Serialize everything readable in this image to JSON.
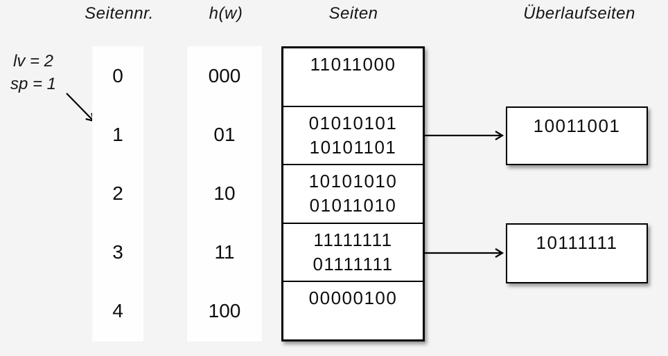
{
  "headers": {
    "page_number": "Seitennr.",
    "hash_function": "h(w)",
    "pages": "Seiten",
    "overflow_pages": "Überlaufseiten"
  },
  "annotation": {
    "lv": "lv = 2",
    "sp": "sp = 1"
  },
  "page_numbers": [
    "0",
    "1",
    "2",
    "3",
    "4"
  ],
  "hash_values": [
    "000",
    "01",
    "10",
    "11",
    "100"
  ],
  "pages": [
    {
      "lines": [
        "11011000"
      ]
    },
    {
      "lines": [
        "01010101",
        "10101101"
      ]
    },
    {
      "lines": [
        "10101010",
        "01011010"
      ]
    },
    {
      "lines": [
        "11111111",
        "01111111"
      ]
    },
    {
      "lines": [
        "00000100"
      ]
    }
  ],
  "overflow_pages": [
    {
      "value": "10011001",
      "linked_page_row": "1"
    },
    {
      "value": "10111111",
      "linked_page_row": "3"
    }
  ],
  "colors": {
    "background": "#f4f4f4",
    "box_fill": "#ffffff",
    "stroke": "#000000",
    "text": "#111111"
  }
}
